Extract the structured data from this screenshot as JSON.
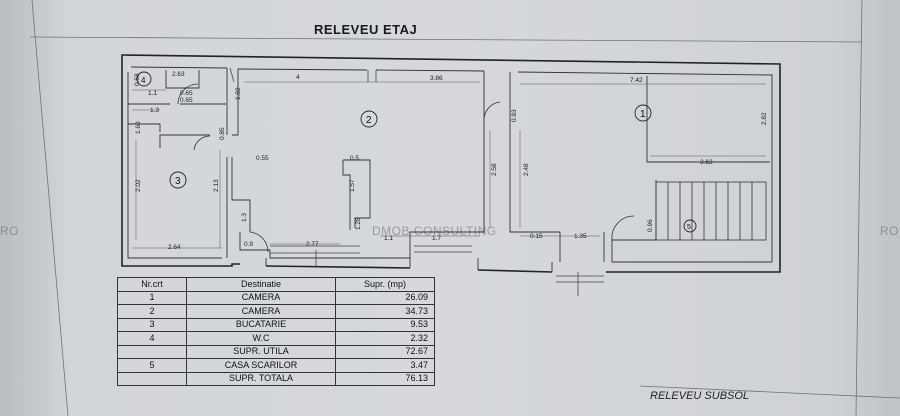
{
  "title": "RELEVEU ETAJ",
  "subtitle": "RELEVEU SUBSOL",
  "watermarks": [
    "RO",
    "DMOB CONSULTING",
    "RO"
  ],
  "plan": {
    "room_numbers": [
      "1",
      "2",
      "3",
      "4",
      "5"
    ],
    "dimensions": [
      "2.63",
      "0.58",
      "1.1",
      "0.65",
      "0.65",
      "1.3",
      "1.82",
      "4",
      "3.86",
      "7.42",
      "0.83",
      "2.82",
      "1.60",
      "0.85",
      "0.55",
      "0.5",
      "2.58",
      "2.48",
      "3.62",
      "2.02",
      "2.13",
      "1.57",
      "1.28",
      "1.3",
      "0.96",
      "2.64",
      "0.9",
      "2.77",
      "1.1",
      "1.7",
      "0.15",
      "1.35"
    ]
  },
  "table": {
    "headers": [
      "Nr.crt",
      "Destinatie",
      "Supr. (mp)"
    ],
    "rows": [
      [
        "1",
        "CAMERA",
        "26.09"
      ],
      [
        "2",
        "CAMERA",
        "34.73"
      ],
      [
        "3",
        "BUCATARIE",
        "9.53"
      ],
      [
        "4",
        "W.C",
        "2.32"
      ],
      [
        "",
        "SUPR. UTILA",
        "72.67"
      ],
      [
        "5",
        "CASA SCARILOR",
        "3.47"
      ],
      [
        "",
        "SUPR. TOTALA",
        "76.13"
      ]
    ]
  }
}
